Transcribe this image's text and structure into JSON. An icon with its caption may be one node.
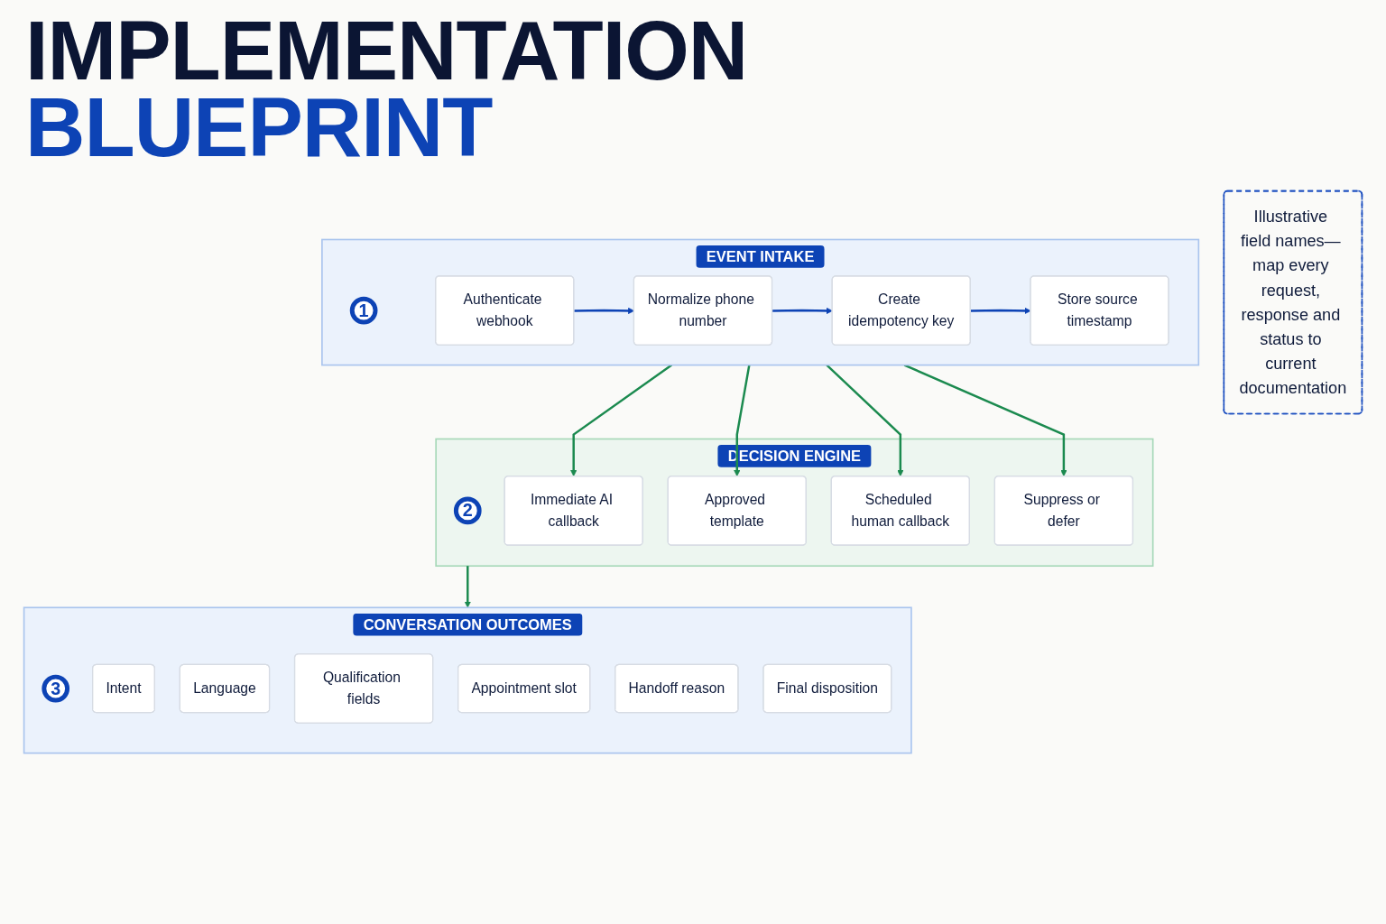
{
  "diagram": {
    "title": "IMPLEMENTATION BLUEPRINT",
    "nodes": [
      {
        "text": [
          "EVENT INTAKE"
        ]
      },
      {
        "text": [
          "1"
        ],
        "in": 0
      },
      {
        "text": [
          "Authenticate webhook"
        ],
        "in": 0
      },
      {
        "text": [
          "Normalize phone number"
        ],
        "in": 0
      },
      {
        "text": [
          "Create idempotency key"
        ],
        "in": 0
      },
      {
        "text": [
          "Store source timestamp"
        ],
        "in": 0
      },
      {
        "text": [
          "DECISION ENGINE"
        ]
      },
      {
        "text": [
          "2"
        ],
        "in": 6
      },
      {
        "text": [
          "Immediate AI callback"
        ],
        "in": 6
      },
      {
        "text": [
          "Approved template"
        ],
        "in": 6
      },
      {
        "text": [
          "Scheduled human callback"
        ],
        "in": 6
      },
      {
        "text": [
          "Suppress or defer"
        ],
        "in": 6
      },
      {
        "text": [
          "CONVERSATION OUTCOMES"
        ]
      },
      {
        "text": [
          "3"
        ],
        "in": 12
      },
      {
        "text": [
          "Intent"
        ],
        "in": 12
      },
      {
        "text": [
          "Language"
        ],
        "in": 12
      },
      {
        "text": [
          "Qualification fields"
        ],
        "in": 12
      },
      {
        "text": [
          "Appointment slot"
        ],
        "in": 12
      },
      {
        "text": [
          "Handoff reason"
        ],
        "in": 12
      },
      {
        "text": [
          "Final disposition"
        ],
        "in": 12
      },
      {
        "text": [
          "Illustrative field names— map every request, response and status to current documentation"
        ]
      }
    ],
    "edges": [
      {
        "from": 2,
        "to": 3,
        "arrow": "to",
        "color": "#0d43b5"
      },
      {
        "from": 3,
        "to": 4,
        "arrow": "to",
        "color": "#0d43b5"
      },
      {
        "from": 4,
        "to": 5,
        "arrow": "to",
        "color": "#0d43b5"
      },
      {
        "from": 0,
        "to": 8,
        "arrow": "to"
      },
      {
        "from": 0,
        "to": 9,
        "arrow": "to"
      },
      {
        "from": 0,
        "to": 10,
        "arrow": "to"
      },
      {
        "from": 0,
        "to": 11,
        "arrow": "to"
      },
      {
        "from": 6,
        "to": 12,
        "arrow": "to"
      }
    ]
  }
}
